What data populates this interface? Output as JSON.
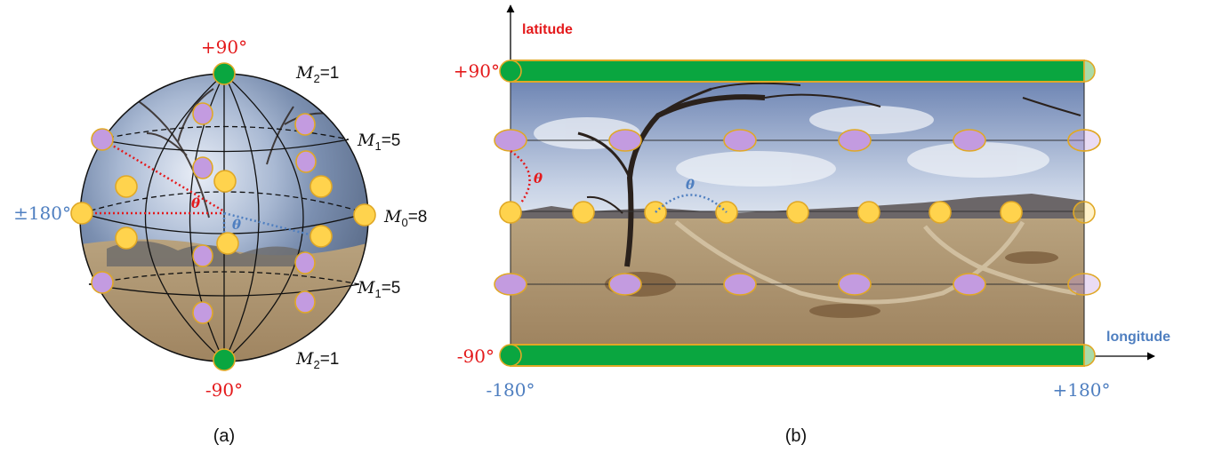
{
  "panel_a": {
    "label": "(a)",
    "top_latitude": "+90°",
    "bottom_latitude": "-90°",
    "longitude_edge": "±180°",
    "theta": "θ",
    "ring_labels": [
      {
        "sym": "M",
        "sub": "2",
        "eq": "=1"
      },
      {
        "sym": "M",
        "sub": "1",
        "eq": "=5"
      },
      {
        "sym": "M",
        "sub": "0",
        "eq": "=8"
      },
      {
        "sym": "M",
        "sub": "1",
        "eq": "=5"
      },
      {
        "sym": "M",
        "sub": "2",
        "eq": "=1"
      }
    ]
  },
  "panel_b": {
    "label": "(b)",
    "y_axis_label": "latitude",
    "x_axis_label": "longitude",
    "top_latitude": "+90°",
    "bottom_latitude": "-90°",
    "left_longitude": "-180°",
    "right_longitude": "+180°",
    "theta_red": "θ",
    "theta_blue": "θ"
  },
  "colors": {
    "red": "#e41a1c",
    "blue": "#4f7fc0",
    "green": "#0aa640",
    "yellow": "#ffd34d",
    "purple": "#c39be0",
    "outline": "#d9a521"
  }
}
